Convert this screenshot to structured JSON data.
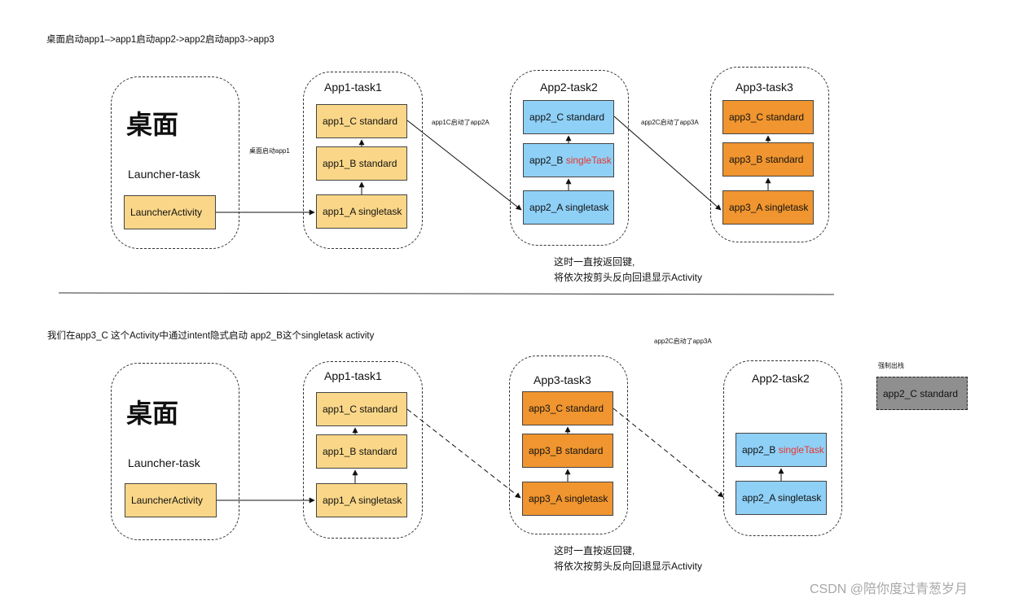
{
  "top": {
    "caption": "桌面启动app1–>app1启动app2->app2启动app3->app3",
    "desktop": {
      "desk_label": "桌面",
      "task_label": "Launcher-task",
      "activity": "LauncherActivity"
    },
    "edge_launch": "桌面启动app1",
    "edge_1_to_2": "app1C启动了app2A",
    "edge_2_to_3": "app2C启动了app3A",
    "task1": {
      "title": "App1-task1",
      "c": "app1_C standard",
      "b": "app1_B standard",
      "a": "app1_A  singletask"
    },
    "task2": {
      "title": "App2-task2",
      "c": "app2_C standard",
      "b_name": "app2_B ",
      "b_mode": "singleTask",
      "a": "app2_A  singletask"
    },
    "task3": {
      "title": "App3-task3",
      "c": "app3_C standard",
      "b": "app3_B standard",
      "a": "app3_A  singletask"
    },
    "note_line1": "这时一直按返回键,",
    "note_line2": "将依次按剪头反向回退显示Activity"
  },
  "bottom": {
    "caption": "我们在app3_C 这个Activity中通过intent隐式启动 app2_B这个singletask activity",
    "edge_label": "app2C启动了app3A",
    "desktop": {
      "desk_label": "桌面",
      "task_label": "Launcher-task",
      "activity": "LauncherActivity"
    },
    "task1": {
      "title": "App1-task1",
      "c": "app1_C standard",
      "b": "app1_B standard",
      "a": "app1_A  singletask"
    },
    "task3": {
      "title": "App3-task3",
      "c": "app3_C standard",
      "b": "app3_B standard",
      "a": "app3_A  singletask"
    },
    "task2": {
      "title": "App2-task2",
      "b_name": "app2_B ",
      "b_mode": "singleTask",
      "a": "app2_A  singletask"
    },
    "popped_label": "强制出栈",
    "popped": "app2_C standard",
    "note_line1": "这时一直按返回键,",
    "note_line2": "将依次按剪头反向回退显示Activity"
  },
  "watermark": "CSDN @陪你度过青葱岁月",
  "colors": {
    "yellow": "#fad788",
    "blue": "#8fd0f7",
    "orange": "#f0952f",
    "gray": "#8f8f8f",
    "red_text": "#e8362c"
  }
}
